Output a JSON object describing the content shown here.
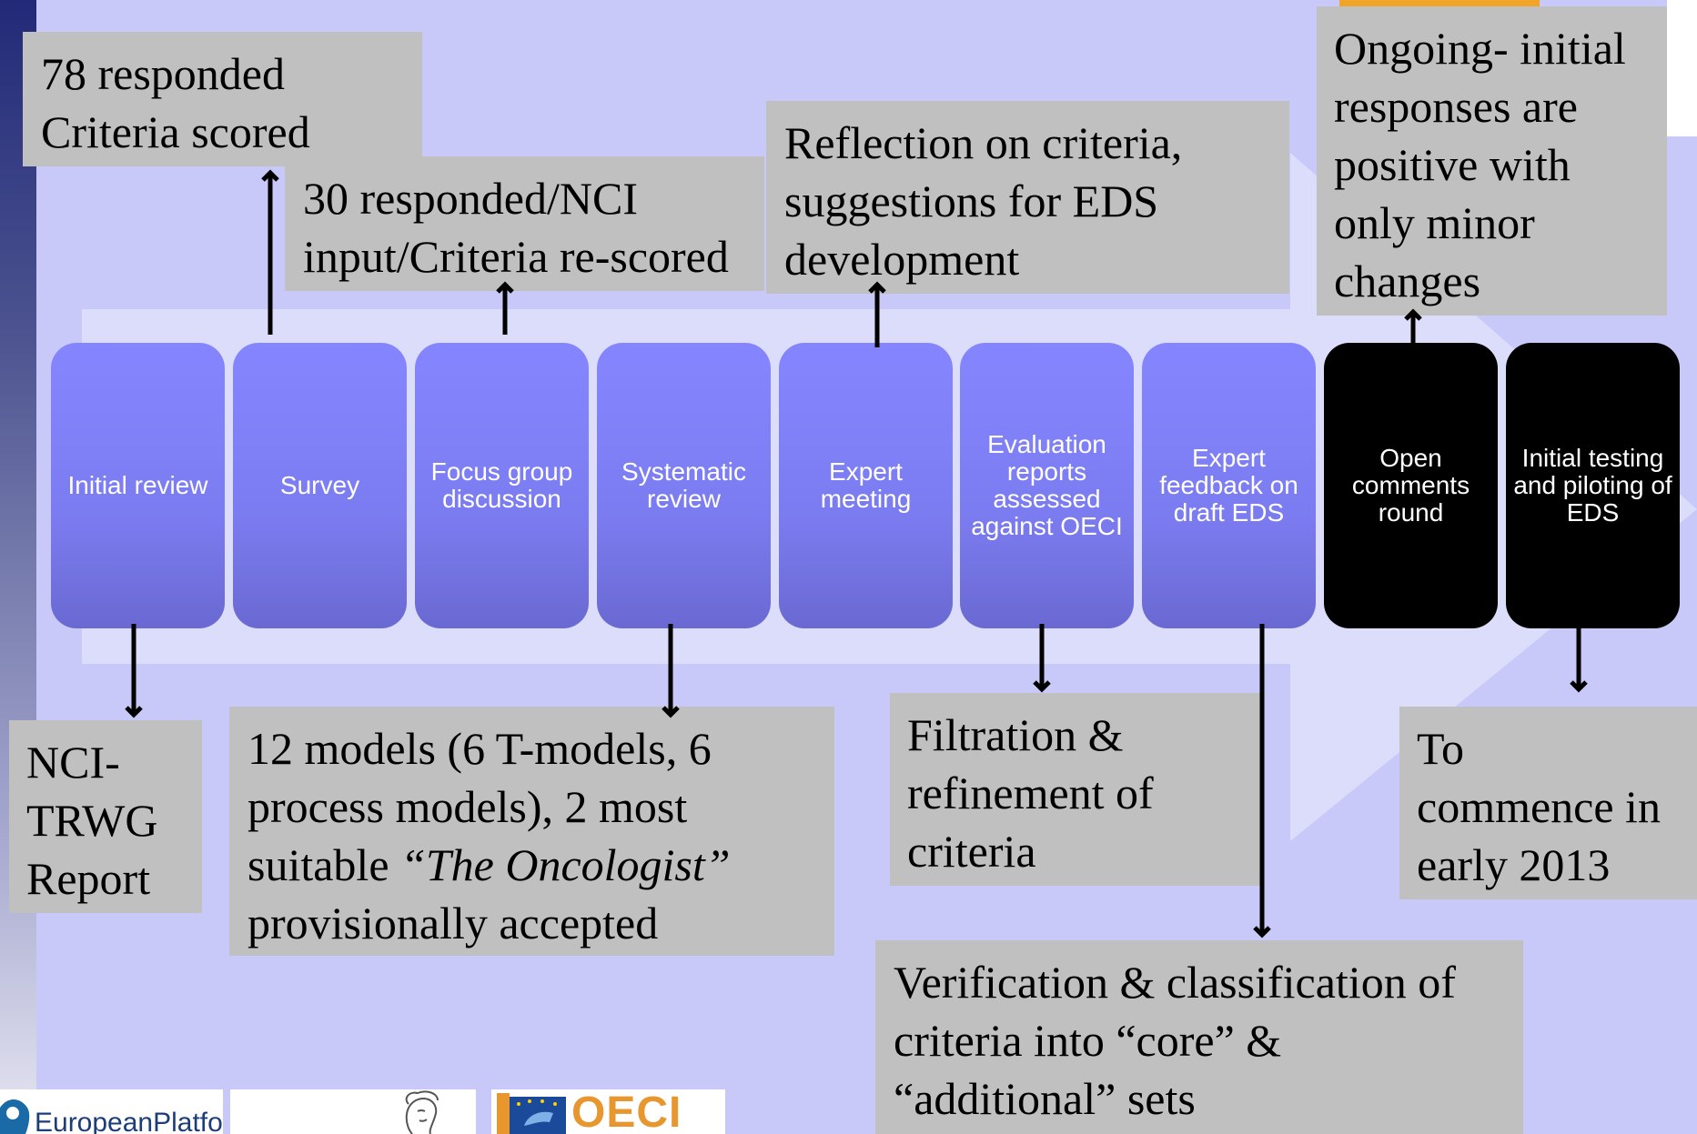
{
  "steps": [
    {
      "label": "Initial review",
      "style": "blue"
    },
    {
      "label": "Survey",
      "style": "blue"
    },
    {
      "label": "Focus group discussion",
      "style": "blue"
    },
    {
      "label": "Systematic review",
      "style": "blue"
    },
    {
      "label": "Expert meeting",
      "style": "blue"
    },
    {
      "label": "Evaluation reports assessed against OECI",
      "style": "blue"
    },
    {
      "label": "Expert feedback on draft EDS",
      "style": "blue"
    },
    {
      "label": "Open comments round",
      "style": "black"
    },
    {
      "label": "Initial testing and piloting of EDS",
      "style": "black"
    }
  ],
  "annotations": {
    "survey_result": {
      "line1": "78 responded",
      "line2": "Criteria scored"
    },
    "focus_result": {
      "line1": "30 responded/NCI",
      "line2": "input/Criteria re-scored"
    },
    "expert_meeting_result": {
      "line1": "Reflection on criteria,",
      "line2": "suggestions for EDS",
      "line3": "development"
    },
    "open_comments_result": {
      "line1": "Ongoing- initial",
      "line2": "responses are",
      "line3": "positive with",
      "line4": "only minor",
      "line5": "changes"
    },
    "initial_review_result": {
      "line1": "NCI-",
      "line2": "TRWG",
      "line3": "Report"
    },
    "systematic_review_result": {
      "line1": "12 models (6 T-models, 6",
      "line2": "process models), 2 most",
      "line3_pre": "suitable ",
      "line3_italic": "“The Oncologist”",
      "line4": "provisionally accepted"
    },
    "evaluation_result": {
      "line1": "Filtration &",
      "line2": "refinement of",
      "line3": "criteria"
    },
    "expert_feedback_result": {
      "line1": "Verification & classification of",
      "line2": "criteria into “core” &",
      "line3": "“additional” sets"
    },
    "piloting_result": {
      "line1": "To",
      "line2": "commence in",
      "line3": "early 2013"
    }
  },
  "logos": {
    "oeci": "OECI",
    "european_platform": "EuropeanPlatform"
  },
  "colors": {
    "background": "#c9c9f9",
    "step_blue": "#7c7cf1",
    "step_black": "#000000",
    "box_grey": "#c0c0c0",
    "arrow_light": "#dcdcfb"
  }
}
